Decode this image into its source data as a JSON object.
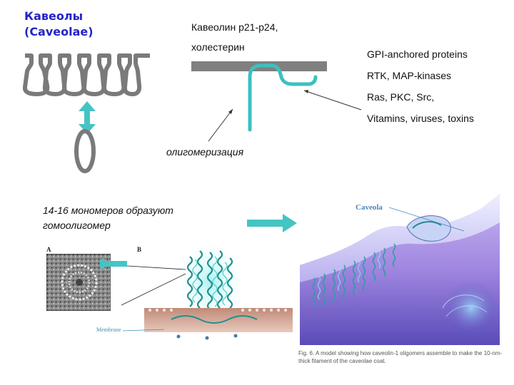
{
  "title_ru": "Кавеолы",
  "title_en": "(Caveolae)",
  "caveolin_label_line1": "Кавеолин р21-р24,",
  "caveolin_label_line2": "холестерин",
  "oligomerization_label": "олигомеризация",
  "binding_partners": [
    "GPI-anchored proteins",
    "RTK, MAP-kinases",
    "Ras, PKC, Src,",
    "Vitamins, viruses, toxins"
  ],
  "monomers_label": "14-16 мономеров образуют гомоолигомер",
  "panel_a_label": "A",
  "panel_b_label": "B",
  "membrane_label": "Membrane",
  "caveola_label": "Caveola",
  "figure_caption": "Fig. 6. A model showing how caveolin-1 oligomers assemble to make the 10-nm-thick filament of the caveolae coat.",
  "colors": {
    "title": "#2424c8",
    "teal_arrow": "#45c4c4",
    "caveola_outline": "#7a7a7a",
    "membrane_bar": "#808080",
    "caveolin_line": "#3cc0c0"
  }
}
